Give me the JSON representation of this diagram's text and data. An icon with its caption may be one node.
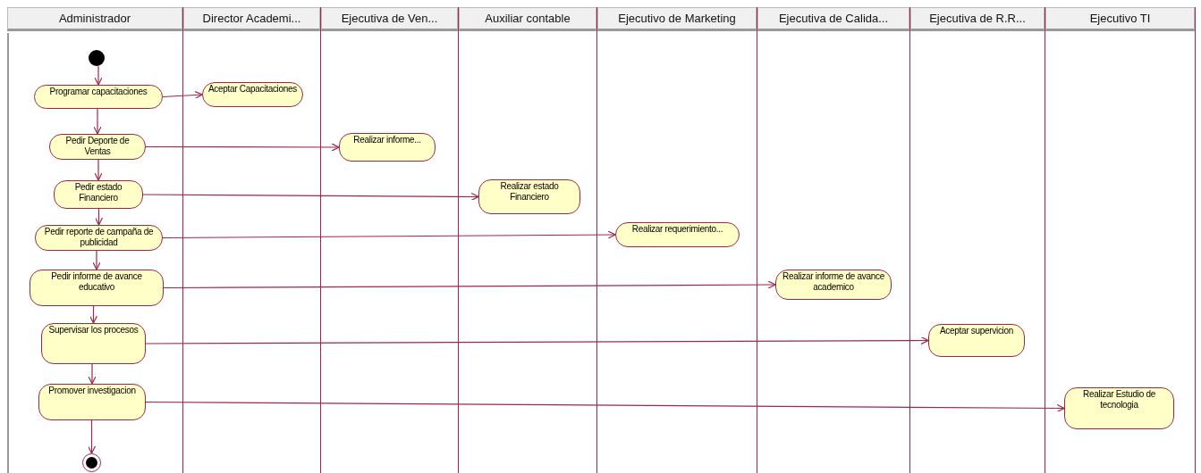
{
  "diagram": {
    "nodes": [
      {
        "text": [
          "Administrador"
        ]
      },
      {
        "text": [
          "Director Academi..."
        ]
      },
      {
        "text": [
          "Ejecutiva de Ven..."
        ]
      },
      {
        "text": [
          "Auxiliar contable"
        ]
      },
      {
        "text": [
          "Ejecutivo de Marketing"
        ]
      },
      {
        "text": [
          "Ejecutiva de Calida..."
        ]
      },
      {
        "text": [
          "Ejecutiva de R.R..."
        ]
      },
      {
        "text": [
          "Ejecutivo TI"
        ]
      },
      {
        "text": [],
        "shape": "circle",
        "in": 0
      },
      {
        "text": [
          "Programar capacitaciones"
        ],
        "in": 0
      },
      {
        "text": [
          "Aceptar Capacitaciones"
        ],
        "in": 1
      },
      {
        "text": [
          "Pedir Deporte de Ventas"
        ],
        "in": 0
      },
      {
        "text": [
          "Realizar informe..."
        ],
        "in": 2
      },
      {
        "text": [
          "Pedir estado Financiero"
        ],
        "in": 0
      },
      {
        "text": [
          "Realizar estado Financiero"
        ],
        "in": 3
      },
      {
        "text": [
          "Pedir reporte de campaña de publicidad"
        ],
        "in": 0
      },
      {
        "text": [
          "Realizar requerimiento..."
        ],
        "in": 4
      },
      {
        "text": [
          "Pedir informe de avance educativo"
        ],
        "in": 0
      },
      {
        "text": [
          "Realizar informe de avance academico"
        ],
        "in": 5
      },
      {
        "text": [
          "Supervisar los procesos"
        ],
        "in": 0
      },
      {
        "text": [
          "Aceptar supervicion"
        ],
        "in": 6
      },
      {
        "text": [
          "Promover investigacion"
        ],
        "in": 0
      },
      {
        "text": [
          "Realizar Estudio de tecnologia"
        ],
        "in": 7
      },
      {
        "text": [],
        "shape": "circle",
        "in": 0
      }
    ],
    "edges": [
      {
        "from": 8,
        "to": 9,
        "arrow": "to"
      },
      {
        "from": 9,
        "to": 10,
        "arrow": "to"
      },
      {
        "from": 9,
        "to": 11,
        "arrow": "to"
      },
      {
        "from": 11,
        "to": 12,
        "arrow": "to"
      },
      {
        "from": 11,
        "to": 13,
        "arrow": "to"
      },
      {
        "from": 13,
        "to": 14,
        "arrow": "to"
      },
      {
        "from": 13,
        "to": 15,
        "arrow": "to"
      },
      {
        "from": 15,
        "to": 16,
        "arrow": "to"
      },
      {
        "from": 15,
        "to": 17,
        "arrow": "to"
      },
      {
        "from": 17,
        "to": 18,
        "arrow": "to"
      },
      {
        "from": 17,
        "to": 19,
        "arrow": "to"
      },
      {
        "from": 19,
        "to": 20,
        "arrow": "to"
      },
      {
        "from": 19,
        "to": 21,
        "arrow": "to"
      },
      {
        "from": 21,
        "to": 22,
        "arrow": "to"
      },
      {
        "from": 21,
        "to": 23,
        "arrow": "to"
      }
    ]
  }
}
